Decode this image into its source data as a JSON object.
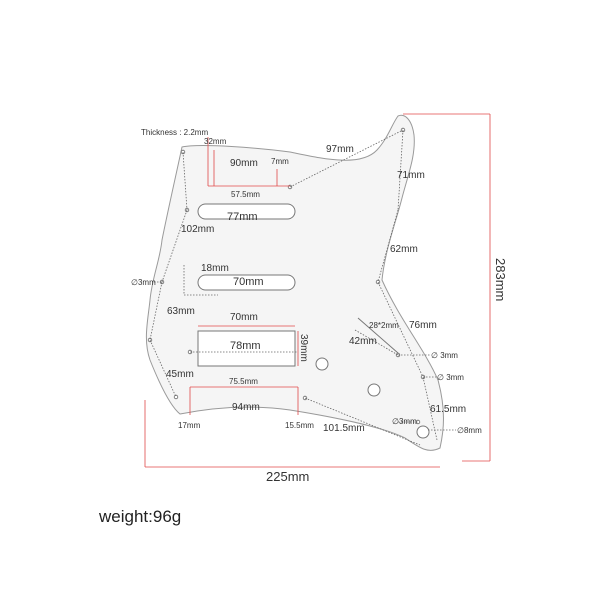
{
  "colors": {
    "outline": "#9a9a9a",
    "plate": "#f5f5f5",
    "dim_red": "#e04a4a",
    "dim_gray": "#666666",
    "text": "#333333"
  },
  "labels": {
    "thickness": "Thickness : 2.2mm",
    "d_32mm": "32mm",
    "d_90mm": "90mm",
    "d_7mm": "7mm",
    "d_97mm": "97mm",
    "d_71mm": "71mm",
    "d_57_5mm": "57.5mm",
    "d_77mm": "77mm",
    "d_102mm": "102mm",
    "d_62mm": "62mm",
    "d_18mm": "18mm",
    "d_70mm_a": "70mm",
    "d_hole3_left": "∅3mm",
    "d_63mm": "63mm",
    "d_28x2mm": "28*2mm",
    "d_76mm": "76mm",
    "d_70mm_b": "70mm",
    "d_42mm": "42mm",
    "d_78mm": "78mm",
    "d_39mm": "39mm",
    "d_hole3_a": "∅ 3mm",
    "d_hole3_b": "∅ 3mm",
    "d_45mm": "45mm",
    "d_75_5mm": "75.5mm",
    "d_94mm": "94mm",
    "d_61_5mm": "61.5mm",
    "d_hole3_c": "∅3mm",
    "d_hole8": "∅8mm",
    "d_17mm": "17mm",
    "d_15_5mm": "15.5mm",
    "d_101_5mm": "101.5mm",
    "d_225mm": "225mm",
    "d_283mm": "283mm"
  },
  "weight": "weight:96g"
}
